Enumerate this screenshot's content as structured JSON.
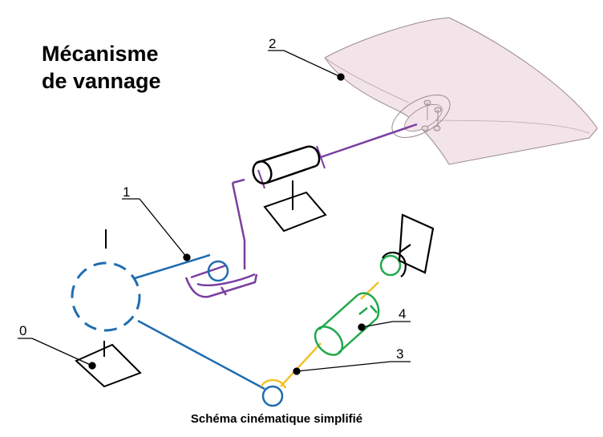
{
  "title": {
    "line1": "Mécanisme",
    "line2": "de vannage"
  },
  "caption": "Schéma cinématique simplifié",
  "labels": {
    "part0": "0",
    "part1": "1",
    "part2": "2",
    "part3": "3",
    "part4": "4"
  },
  "colors": {
    "part1": "#1f6cb0",
    "linkage_purple": "#7b3fa0",
    "part3": "#f2c229",
    "part4": "#21a84a",
    "part2_fill": "#f2e4e8",
    "part2_stroke": "#9a8a90",
    "ground": "#000000"
  }
}
